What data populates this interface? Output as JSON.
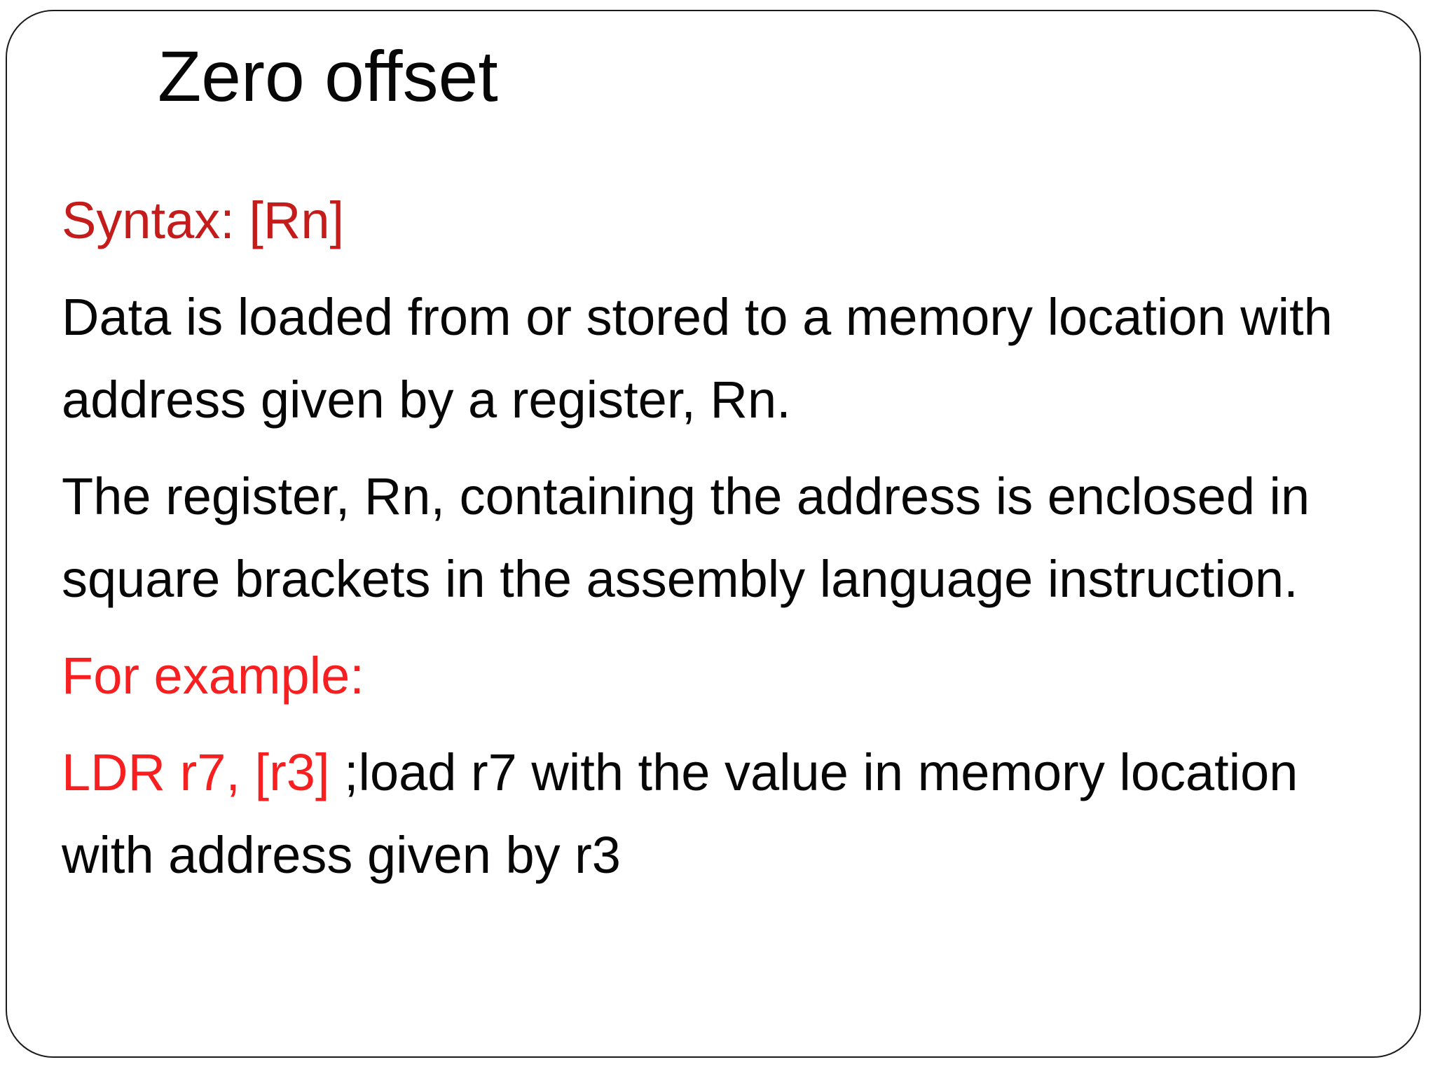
{
  "colors": {
    "black": "#070707",
    "redDark": "#c41b1b",
    "redBright": "#f71f1f",
    "border": "#1b1b1b",
    "background": "#ffffff"
  },
  "slide": {
    "title": "Zero offset",
    "paragraphs": [
      {
        "name": "syntax-heading",
        "lines": [
          [
            {
              "t": "Syntax: [Rn]",
              "c": "redDark"
            }
          ]
        ]
      },
      {
        "name": "description-1",
        "lines": [
          [
            {
              "t": "Data is loaded from or stored to a memory location with",
              "c": "black"
            }
          ],
          [
            {
              "t": "address given by a register, Rn.",
              "c": "black"
            }
          ]
        ]
      },
      {
        "name": "description-2",
        "lines": [
          [
            {
              "t": "The register, Rn, containing the address is enclosed in",
              "c": "black"
            }
          ],
          [
            {
              "t": "square brackets in the assembly language instruction.",
              "c": "black"
            }
          ]
        ]
      },
      {
        "name": "example-heading",
        "lines": [
          [
            {
              "t": "For example:",
              "c": "redBright"
            }
          ]
        ]
      },
      {
        "name": "example-code",
        "lines": [
          [
            {
              "t": "LDR r7, [r3]",
              "c": "redBright"
            },
            {
              "t": " ;load r7 with the value in memory location",
              "c": "black"
            }
          ],
          [
            {
              "t": "with address given by r3",
              "c": "black"
            }
          ]
        ]
      }
    ]
  }
}
